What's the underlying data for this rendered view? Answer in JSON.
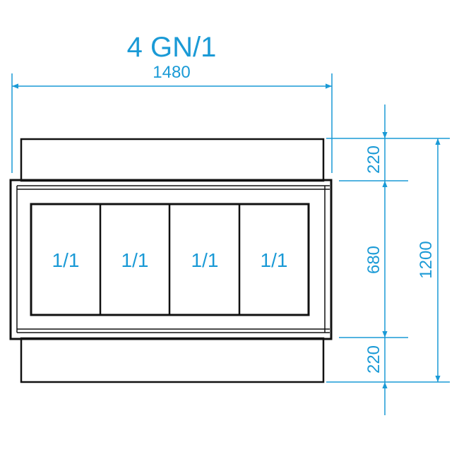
{
  "title": "4 GN/1",
  "colors": {
    "dimension": "#1a9ad6",
    "outline": "#111111",
    "background": "#ffffff"
  },
  "dimensions": {
    "width": "1480",
    "top_depth": "220",
    "middle_depth": "680",
    "bottom_depth": "220",
    "total_depth": "1200"
  },
  "pans": [
    "1/1",
    "1/1",
    "1/1",
    "1/1"
  ]
}
